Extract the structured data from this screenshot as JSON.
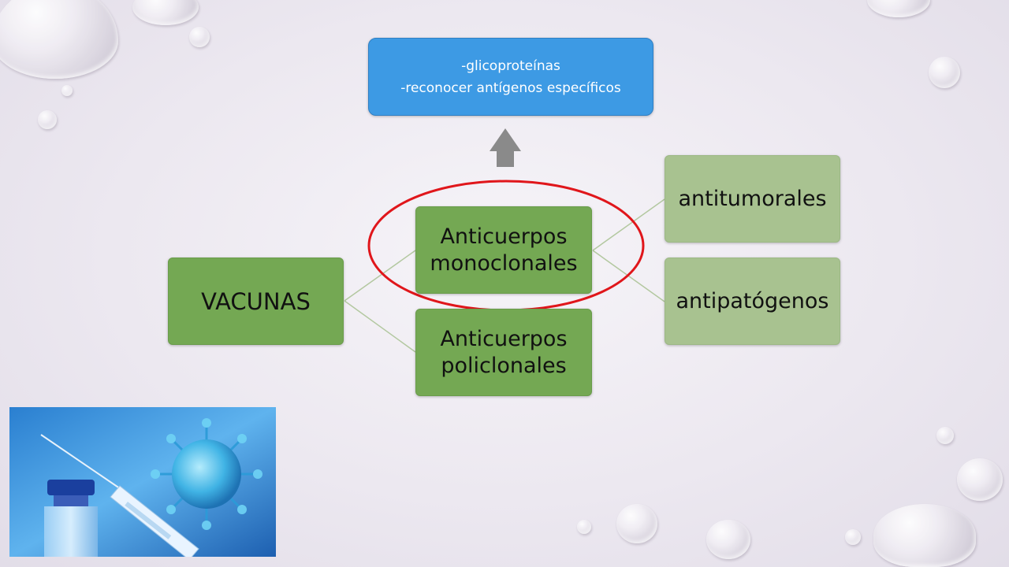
{
  "diagram": {
    "info_box": {
      "line1": "-glicoproteínas",
      "line2": "-reconocer antígenos específicos"
    },
    "root": "VACUNAS",
    "mono": {
      "line1": "Anticuerpos",
      "line2": "monoclonales"
    },
    "poli": {
      "line1": "Anticuerpos",
      "line2": "policlonales"
    },
    "leaf1": "antitumorales",
    "leaf2": "antipatógenos"
  },
  "colors": {
    "dark_green": "#74a853",
    "light_green": "#a8c290",
    "blue": "#3d9ae4",
    "highlight_ellipse": "#e0161b",
    "arrow": "#8a8a8a"
  },
  "image": {
    "icon": "vaccine-syringe-virus-illustration"
  }
}
